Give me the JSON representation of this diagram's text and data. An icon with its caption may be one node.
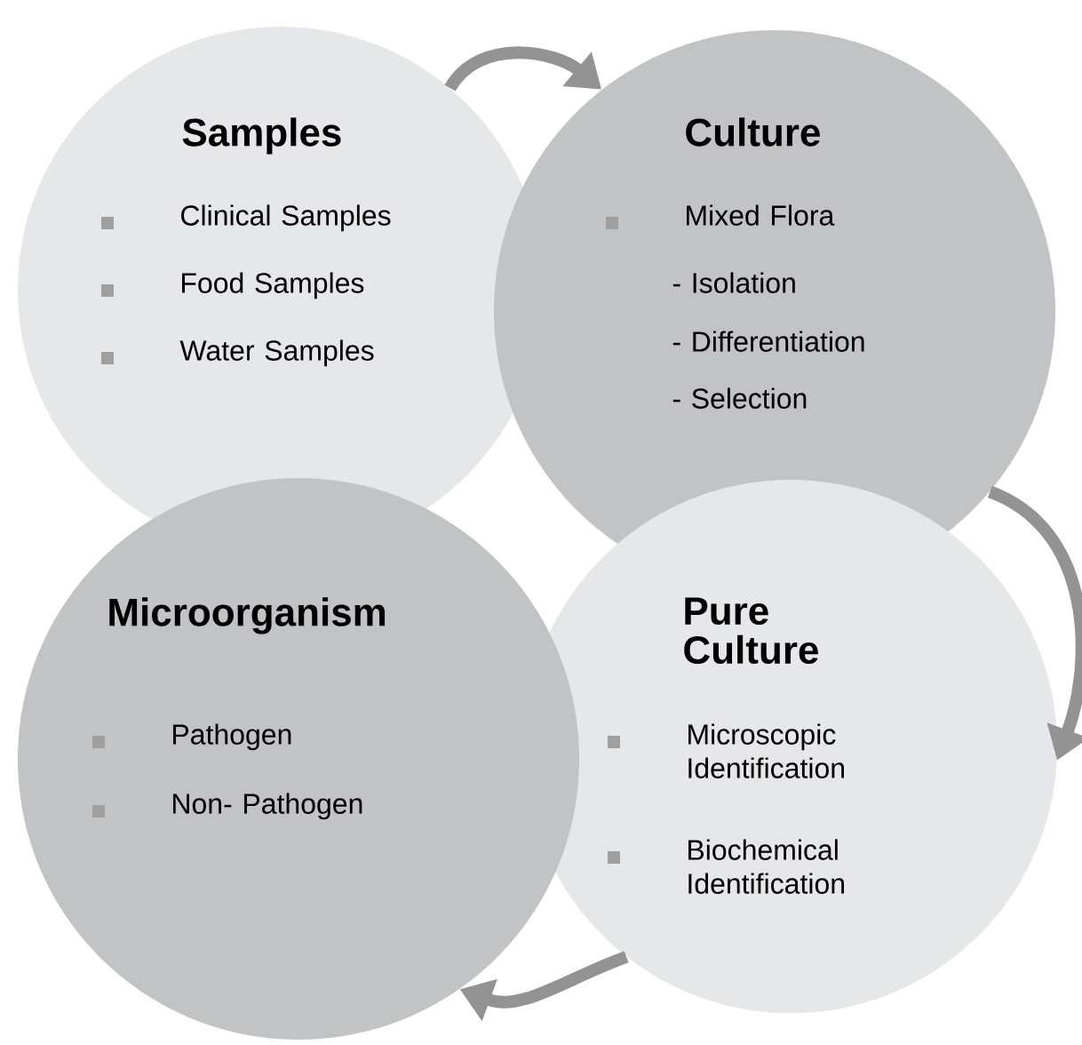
{
  "diagram": {
    "nodes": [
      {
        "text": [
          "Samples",
          "Clinical Samples",
          "Food Samples",
          "Water Samples"
        ]
      },
      {
        "text": [
          "Culture",
          "Mixed Flora",
          "- Isolation",
          "- Differentiation",
          "- Selection"
        ]
      },
      {
        "text": [
          "Microorganism",
          "Pathogen",
          "Non- Pathogen"
        ]
      },
      {
        "text": [
          "Pure Culture",
          "Microscopic Identification",
          "Biochemical Identification"
        ]
      }
    ],
    "edges": [
      {
        "from": 0,
        "to": 1,
        "arrow": "to"
      },
      {
        "from": 1,
        "to": 3,
        "arrow": "to"
      },
      {
        "from": 3,
        "to": 2,
        "arrow": "to"
      }
    ]
  }
}
